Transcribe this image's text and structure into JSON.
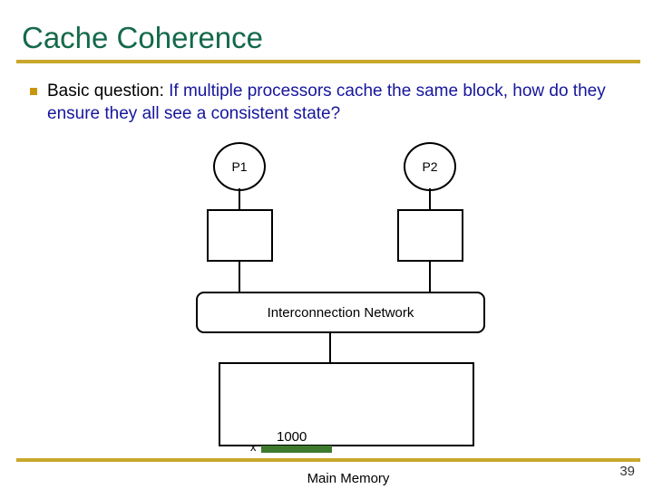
{
  "slide": {
    "title": "Cache Coherence",
    "page_number": "39",
    "accent_rule_color": "#c8a72b",
    "title_color": "#14694a",
    "body_color": "#16169c"
  },
  "bullet": {
    "marker": "square-bullet",
    "lead_text": "Basic question: ",
    "question_text": "If multiple processors cache the same block, how do they ensure they all see a consistent state?"
  },
  "diagram": {
    "processors": [
      {
        "label": "P1"
      },
      {
        "label": "P2"
      }
    ],
    "caches": [
      {
        "label": ""
      },
      {
        "label": ""
      }
    ],
    "network": {
      "label": "Interconnection Network"
    },
    "memory": {
      "caption": "Main Memory",
      "variable": "x",
      "value": "1000",
      "bar_color": "#3d7a2e"
    }
  }
}
